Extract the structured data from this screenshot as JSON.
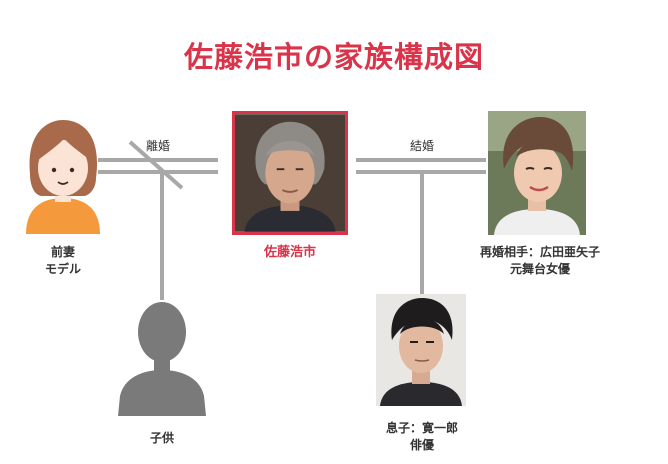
{
  "title": "佐藤浩市の家族構成図",
  "relations": {
    "divorce": "離婚",
    "marriage": "結婚"
  },
  "people": {
    "ex_wife": {
      "line1": "前妻",
      "line2": "モデル"
    },
    "main": {
      "name": "佐藤浩市"
    },
    "child": {
      "line1": "子供"
    },
    "wife": {
      "line1": "再婚相手：広田亜矢子",
      "line2": "元舞台女優"
    },
    "son": {
      "line1": "息子：寛一郎",
      "line2": "俳優"
    }
  },
  "colors": {
    "accent": "#d9344a",
    "line": "#a8a8a8",
    "silhouette": "#7a7a7a",
    "skin": "#fbe3d6",
    "hair": "#a86a4a",
    "shirt": "#f49a3c"
  }
}
